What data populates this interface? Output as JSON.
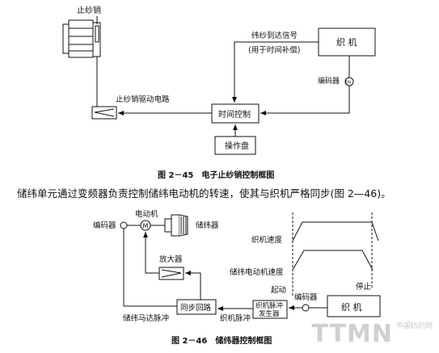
{
  "fig45": {
    "stop_pin": "止纱销",
    "loom": "织 机",
    "signal_line1": "纬纱到达信号",
    "signal_line2": "(用于时间补偿)",
    "encoder": "编码器",
    "encoder_symbol": "EN",
    "drive_circuit": "止纱销驱动电路",
    "timing_control": "时间控制",
    "panel": "操作盘",
    "caption": "图 2－45　电子止纱销控制框图"
  },
  "paragraph": "储纬单元通过变频器负责控制储纬电动机的转速，使其与织机严格同步(图 2—46)。",
  "fig46": {
    "encoder_left": "编码器",
    "motor": "电动机",
    "motor_symbol": "M",
    "storage": "储纬器",
    "amplifier": "放大器",
    "loom_speed": "织机速度",
    "storage_motor_speed": "储纬电动机速度",
    "sync_loop": "同步回路",
    "pulse_gen_line1": "织机脉冲",
    "pulse_gen_line2": "发生器",
    "start": "起动",
    "stop": "停止",
    "encoder_right": "编码器",
    "loom": "织 机",
    "loom_pulse": "织机脉冲",
    "motor_pulse": "储纬马达脉冲",
    "caption": "图 2－46　储纬器控制框图"
  },
  "watermark": {
    "logo": "TTMN",
    "site": "中国纺织网"
  }
}
